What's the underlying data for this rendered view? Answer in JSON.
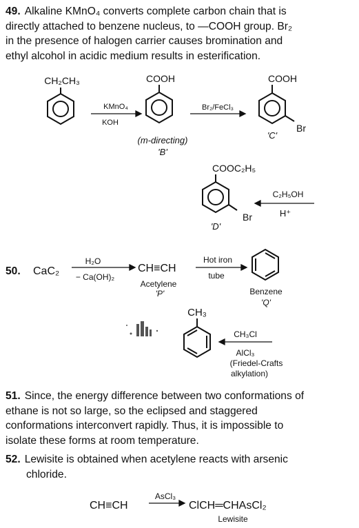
{
  "q49": {
    "number": "49.",
    "lines": [
      "Alkaline KMnO₄ converts complete carbon chain that is",
      "directly attached to benzene nucleus, to —COOH group. Br₂",
      "in the presence of halogen carrier causes bromination and",
      "ethyl alcohol in acidic medium results in esterification."
    ],
    "scheme": {
      "start_group": "CH₂CH₃",
      "step1_above": "KMnO₄",
      "step1_below": "KOH",
      "B_group": "COOH",
      "B_note": "(m-directing)",
      "B_label": "'B'",
      "step2_above": "Br₂/FeCl₃",
      "C_group": "COOH",
      "C_sub": "Br",
      "C_label": "'C'",
      "D_group": "COOC₂H₅",
      "D_sub": "Br",
      "D_label": "'D'",
      "step3_above": "C₂H₅OH",
      "step3_below": "H⁺"
    }
  },
  "q50": {
    "number": "50.",
    "reactant": "CaC₂",
    "step1_above": "H₂O",
    "step1_below": "− Ca(OH)₂",
    "acetylene_formula": "CH≡CH",
    "acetylene_name": "Acetylene",
    "acetylene_label": "'P'",
    "step2_above": "Hot iron",
    "step2_below": "tube",
    "benzene_name": "Benzene",
    "benzene_label": "'Q'",
    "toluene_group": "CH₃",
    "step3_above": "CH₃Cl",
    "step3_below_1": "AlCl₃",
    "step3_below_2": "(Friedel-Crafts",
    "step3_below_3": "alkylation)"
  },
  "q51": {
    "number": "51.",
    "lines": [
      "Since, the energy difference between two conformations of",
      "ethane is not so large, so the eclipsed and staggered",
      "conformations interconvert rapidly. Thus, it is impossible to",
      "isolate these forms at room temperature."
    ]
  },
  "q52": {
    "number": "52.",
    "lines": [
      "Lewisite is obtained when acetylene reacts with arsenic",
      "chloride."
    ],
    "reactant": "CH≡CH",
    "reagent": "AsCl₃",
    "product": "ClCH═CHAsCl₂",
    "product_name": "Lewisite"
  }
}
